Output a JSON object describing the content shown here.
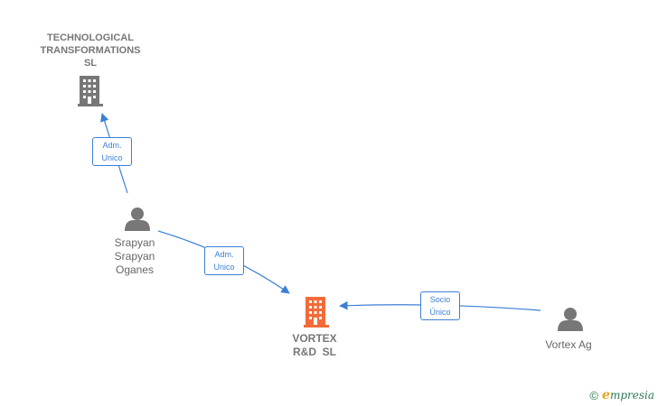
{
  "nodes": {
    "tech": {
      "lines": [
        "TECHNOLOGICAL",
        "TRANSFORMATIONS",
        "SL"
      ],
      "kind": "company",
      "color": "#777777"
    },
    "srapyan": {
      "lines": [
        "Srapyan",
        "Srapyan",
        "Oganes"
      ],
      "kind": "person",
      "color": "#777777"
    },
    "vortex_rd": {
      "lines": [
        "VORTEX",
        "R&D  SL"
      ],
      "kind": "company",
      "color": "#f26b38"
    },
    "vortex_ag": {
      "lines": [
        "Vortex Ag"
      ],
      "kind": "person",
      "color": "#777777"
    }
  },
  "edges": [
    {
      "from": "srapyan",
      "to": "tech",
      "label_lines": [
        "Adm.",
        "Unico"
      ]
    },
    {
      "from": "srapyan",
      "to": "vortex_rd",
      "label_lines": [
        "Adm.",
        "Unico"
      ]
    },
    {
      "from": "vortex_ag",
      "to": "vortex_rd",
      "label_lines": [
        "Socio",
        "Único"
      ]
    }
  ],
  "edge_color": "#3d7fd6",
  "watermark": {
    "symbol": "©",
    "brand_initial": "e",
    "brand_rest": "mpresia"
  }
}
